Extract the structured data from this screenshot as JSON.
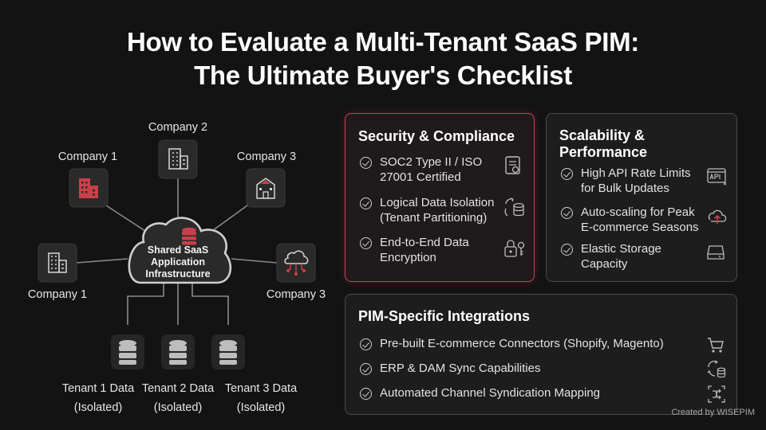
{
  "title": {
    "line1": "How to Evaluate a Multi-Tenant SaaS PIM:",
    "line2": "The Ultimate Buyer's Checklist"
  },
  "diagram": {
    "hub": {
      "lines": [
        "Shared SaaS",
        "Application",
        "Infrastructure"
      ],
      "icon": "database-icon"
    },
    "companies": [
      {
        "label": "Company 1",
        "icon": "building-icon",
        "accent": "#c8404a"
      },
      {
        "label": "Company 2",
        "icon": "office-building-icon"
      },
      {
        "label": "Company 3",
        "icon": "warehouse-icon",
        "accent": "#c8404a"
      },
      {
        "label": "Company 1",
        "icon": "building-icon"
      },
      {
        "label": "Company 3",
        "icon": "cloud-network-icon",
        "accent": "#c8404a"
      }
    ],
    "tenants": [
      {
        "line1": "Tenant 1 Data",
        "line2": "(Isolated)",
        "icon": "database-icon"
      },
      {
        "line1": "Tenant 2 Data",
        "line2": "(Isolated)",
        "icon": "database-icon"
      },
      {
        "line1": "Tenant 3 Data",
        "line2": "(Isolated)",
        "icon": "database-icon"
      }
    ]
  },
  "panels": {
    "security": {
      "title": "Security & Compliance",
      "accent": "#c24a55",
      "items": [
        {
          "lines": [
            "SOC2 Type II / ISO",
            "27001 Certified"
          ],
          "icon": "certificate-icon"
        },
        {
          "lines": [
            "Logical Data Isolation",
            "(Tenant Partitioning)"
          ],
          "icon": "database-sync-icon"
        },
        {
          "lines": [
            "End-to-End Data",
            "Encryption"
          ],
          "icon": "lock-key-icon"
        }
      ]
    },
    "scalability": {
      "title_lines": [
        "Scalability &",
        "Performance"
      ],
      "items": [
        {
          "lines": [
            "High API Rate Limits",
            "for Bulk Updates"
          ],
          "icon": "api-icon"
        },
        {
          "lines": [
            "Auto-scaling for Peak",
            "E-commerce Seasons"
          ],
          "icon": "cloud-upload-icon"
        },
        {
          "lines": [
            "Elastic Storage",
            "Capacity"
          ],
          "icon": "storage-drive-icon"
        }
      ]
    },
    "integrations": {
      "title": "PIM-Specific Integrations",
      "items": [
        {
          "text": "Pre-built E-commerce Connectors (Shopify, Magento)",
          "icon": "shopping-cart-icon"
        },
        {
          "text": "ERP & DAM Sync Capabilities",
          "icon": "sync-database-icon"
        },
        {
          "text": "Automated Channel Syndication Mapping",
          "icon": "channel-mapping-icon"
        }
      ]
    }
  },
  "credit": "Created by WISEPIM"
}
